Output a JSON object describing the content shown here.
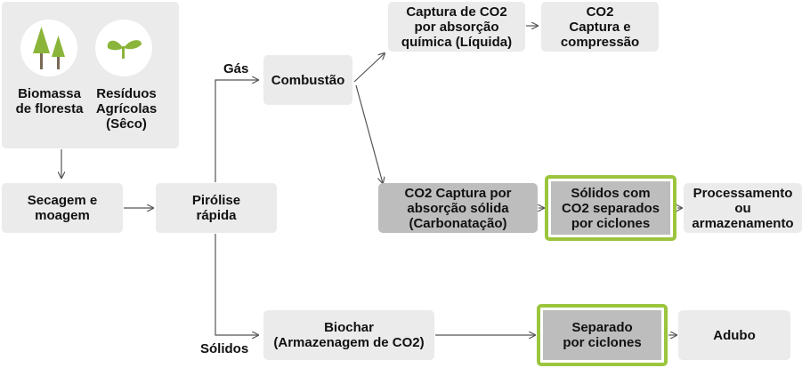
{
  "feedstock": {
    "forest_label": "Biomassa\nde floresta",
    "agri_label": "Resíduos\nAgrícolas\n(Sêco)",
    "forest_icon": "tree-icon",
    "agri_icon": "sprout-icon"
  },
  "nodes": {
    "drying": "Secagem e\nmoagem",
    "pyrolysis": "Pirólise\nrápida",
    "combustion": "Combustão",
    "chemical_capture": "Captura de CO2\npor absorção\nquímica (Líquida)",
    "co2_compression": "CO2\nCaptura e\ncompressão",
    "solid_capture": "CO2 Captura por\nabsorção sólida\n(Carbonatação)",
    "solids_co2_cyclones": "Sólidos com\nCO2 separados\npor ciclones",
    "processing": "Processamento\nou\narmazenamento",
    "biochar": "Biochar\n(Armazenagem de CO2)",
    "separated_cyclones": "Separado\npor ciclones",
    "fertilizer": "Adubo"
  },
  "edge_labels": {
    "gas": "Gás",
    "solids": "Sólidos"
  },
  "colors": {
    "box": "#ebebeb",
    "box_dark": "#bdbdbd",
    "highlight": "#9bc53d",
    "tree_green": "#8bb53a",
    "tree_trunk": "#7a6a55",
    "arrow": "#555555"
  }
}
